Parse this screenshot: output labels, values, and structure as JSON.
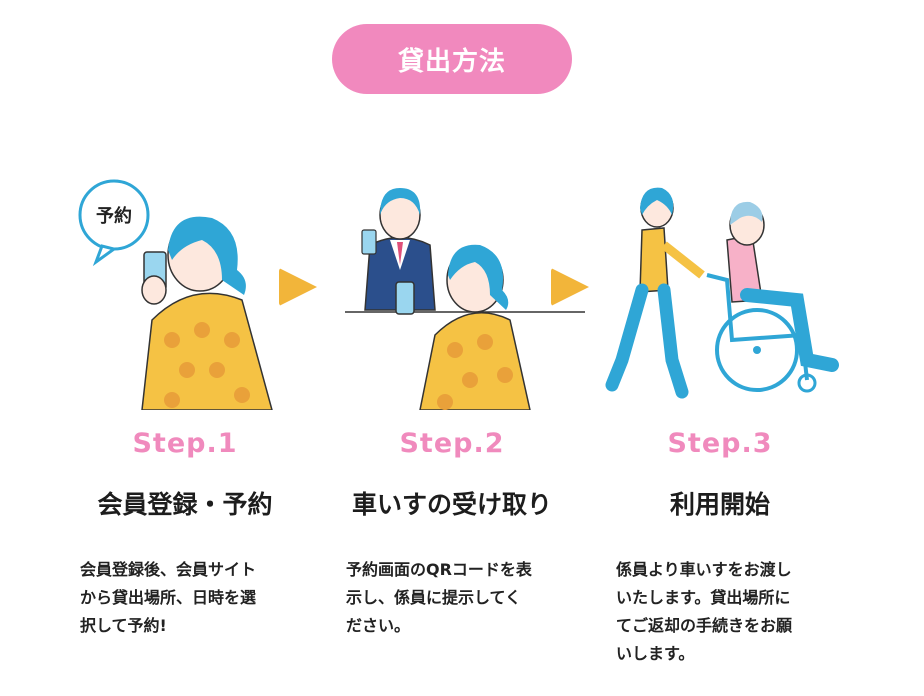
{
  "header": {
    "title": "貸出方法"
  },
  "colors": {
    "pink": "#f189be",
    "arrow": "#f2b53a",
    "hair": "#2fa6d6",
    "shirt": "#f5c244"
  },
  "steps": [
    {
      "label": "Step.1",
      "title": "会員登録・予約",
      "bubble": "予約",
      "lines": [
        "会員登録後、会員サイト",
        "から貸出場所、日時を選",
        "択して予約!"
      ]
    },
    {
      "label": "Step.2",
      "title": "車いすの受け取り",
      "lines": [
        "予約画面のQRコードを表",
        "示し、係員に提示してく",
        "ださい。"
      ]
    },
    {
      "label": "Step.3",
      "title": "利用開始",
      "lines": [
        "係員より車いすをお渡し",
        "いたします。貸出場所に",
        "てご返却の手続きをお願",
        "いします。"
      ]
    }
  ]
}
